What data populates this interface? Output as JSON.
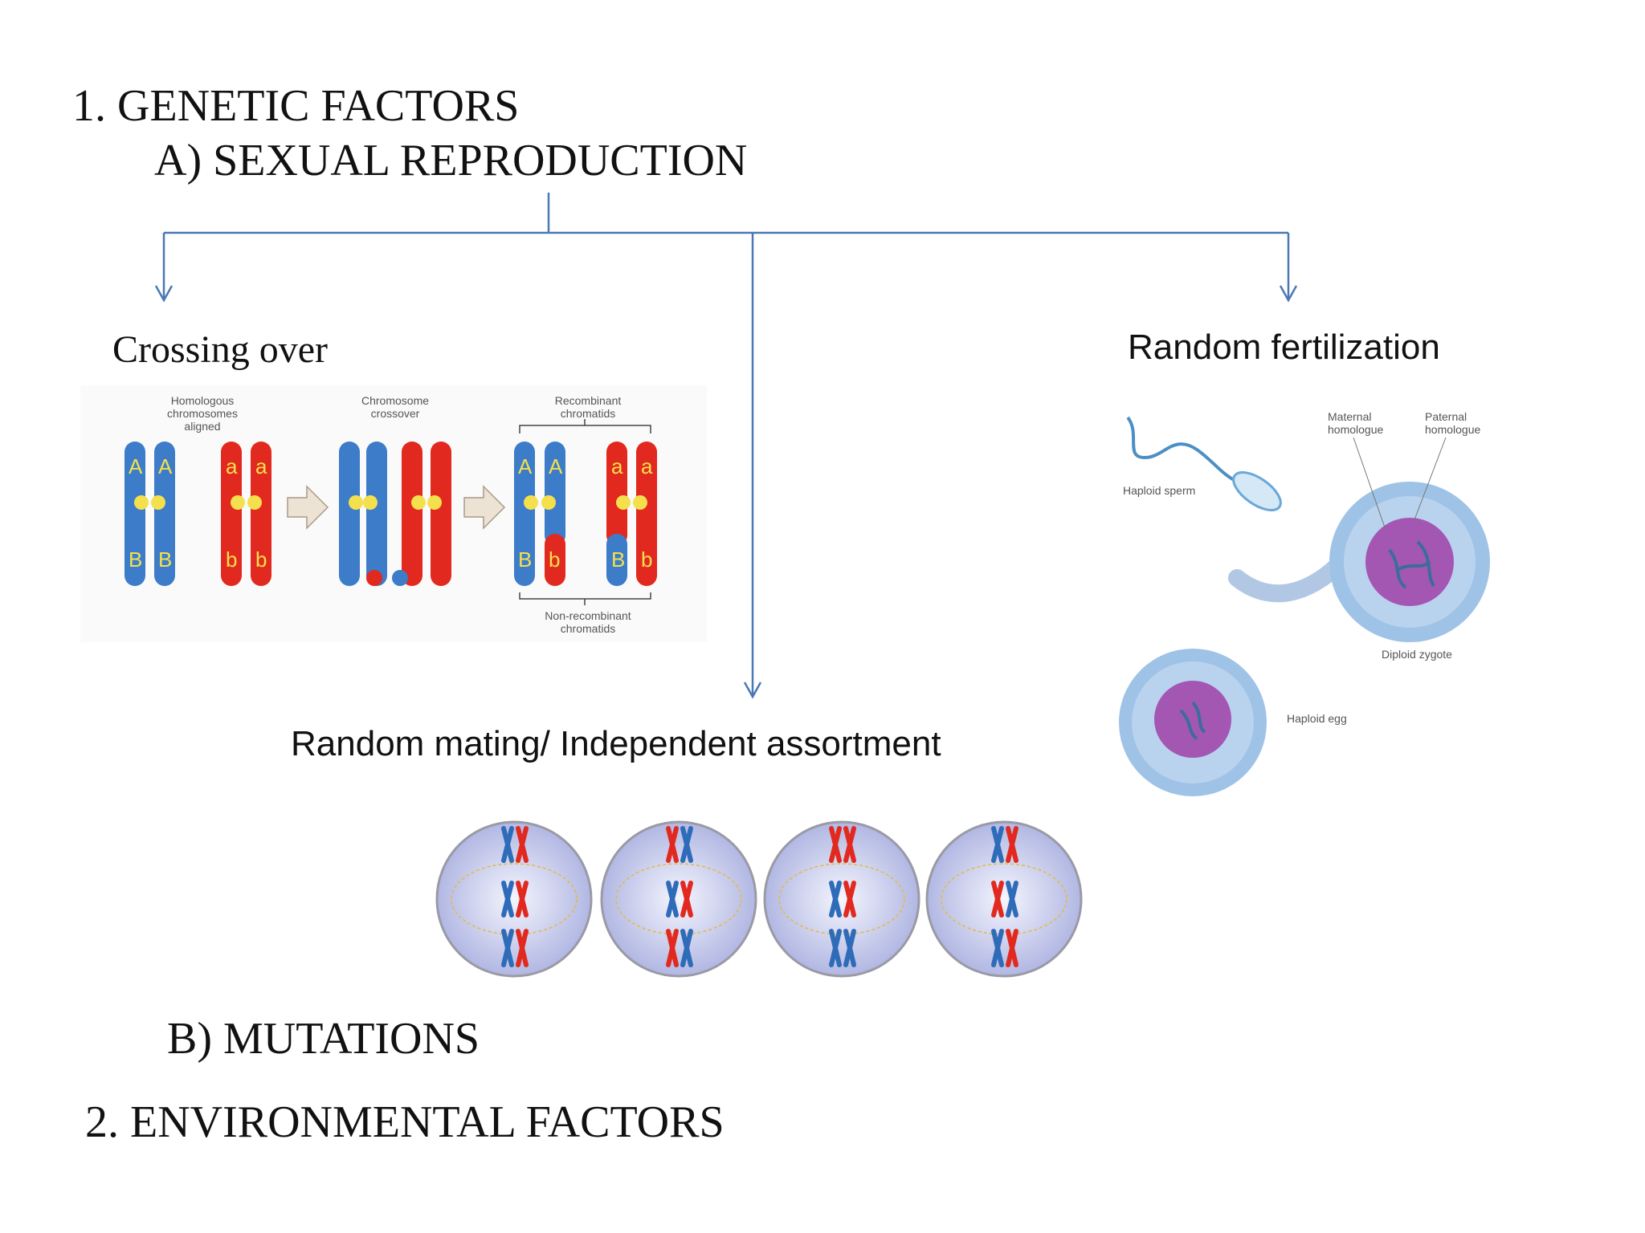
{
  "headings": {
    "genetic": "1. GENETIC FACTORS",
    "sexual_reproduction": "A) SEXUAL REPRODUCTION",
    "mutations": "B) MUTATIONS",
    "environmental": "2. ENVIRONMENTAL FACTORS"
  },
  "branches": {
    "crossing_over": "Crossing over",
    "random_fertilization": "Random fertilization",
    "random_mating": "Random mating/ Independent assortment"
  },
  "crossing_figure": {
    "stage1": [
      "Homologous",
      "chromosomes",
      "aligned"
    ],
    "stage2": [
      "Chromosome",
      "crossover"
    ],
    "stage3": [
      "Recombinant",
      "chromatids"
    ],
    "bottom": [
      "Non-recombinant",
      "chromatids"
    ],
    "alleles": {
      "A": "A",
      "a": "a",
      "B": "B",
      "b": "b"
    }
  },
  "fertilization_figure": {
    "sperm": "Haploid sperm",
    "maternal": [
      "Maternal",
      "homologue"
    ],
    "paternal": [
      "Paternal",
      "homologue"
    ],
    "zygote": "Diploid zygote",
    "egg": "Haploid egg"
  },
  "colors": {
    "arrow": "#4a78b5",
    "chrom_blue": "#3d7cc9",
    "chrom_red": "#e2291f",
    "centromere": "#f4e04d",
    "cell_fill": "#b9c2ea",
    "nucleus": "#a03fa8"
  }
}
